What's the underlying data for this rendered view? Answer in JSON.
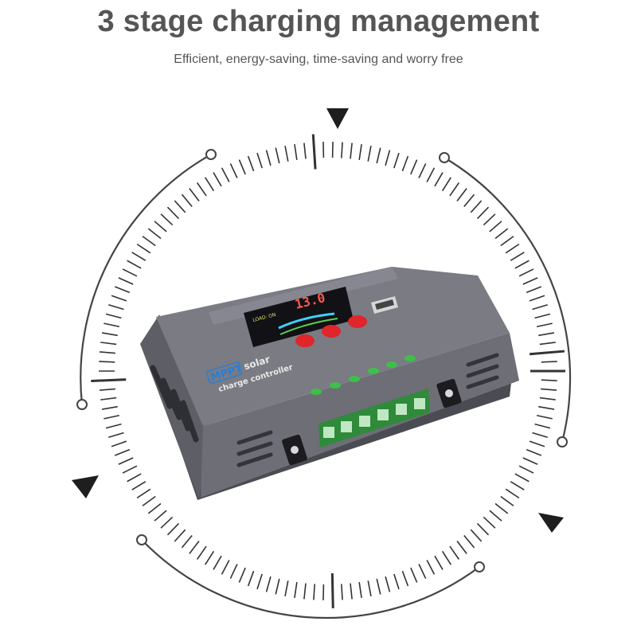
{
  "header": {
    "title": "3 stage charging management",
    "subtitle": "Efficient, energy-saving, time-saving and worry free"
  },
  "product": {
    "brand_badge": "MPPT",
    "brand_word": "solar",
    "brand_line": "charge controller",
    "display_value": "13.0",
    "display_label": "LOAD: ON"
  },
  "colors": {
    "text": "#555555",
    "ring": "#444444",
    "housing": "#6b6c74",
    "housing_dark": "#4e4f57",
    "button": "#e0252b",
    "led": "#3fbf4a",
    "terminal": "#2f8a3a",
    "badge": "#2a7fd4"
  },
  "icons": [
    "triangle-marker-icon",
    "circle-node-icon"
  ]
}
